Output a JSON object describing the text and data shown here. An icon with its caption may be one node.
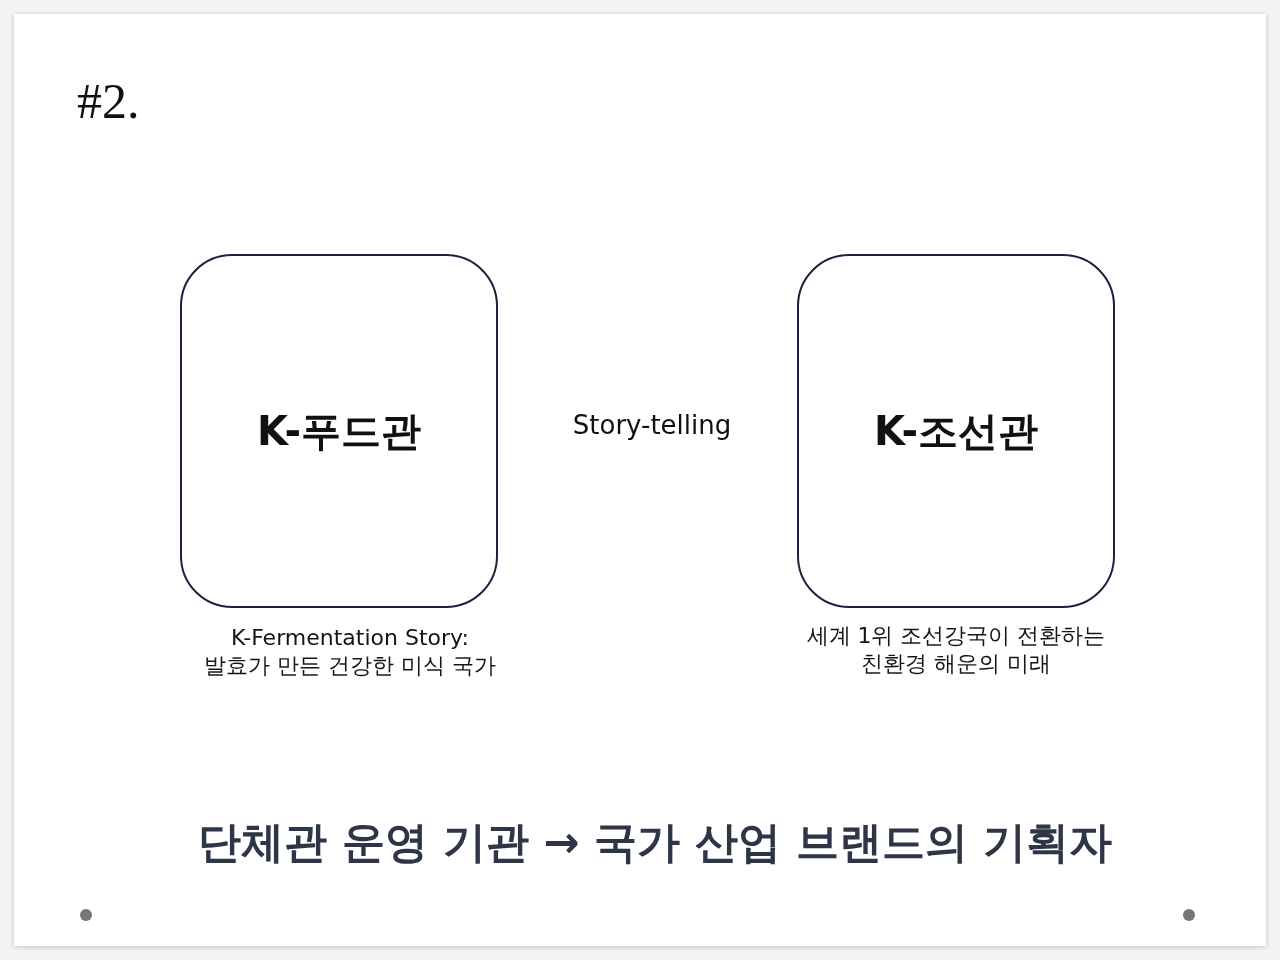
{
  "diagram": {
    "title": "#2.",
    "nodes": [
      {
        "text": [
          "K-푸드관"
        ],
        "beside": [
          "K-Fermentation Story: 발효가 만든 건강한 미식 국가"
        ]
      },
      {
        "text": [
          "K-조선관"
        ],
        "beside": [
          "세계 1위 조선강국이 전환하는 친환경 해운의 미래"
        ]
      }
    ],
    "labels": [
      "Story-telling",
      "단체관 운영 기관 → 국가 산업 브랜드의 기획자"
    ]
  }
}
